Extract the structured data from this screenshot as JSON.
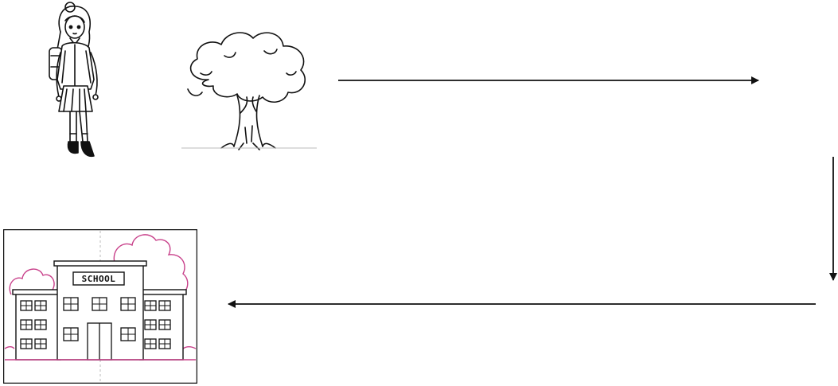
{
  "diagram": {
    "nodes": [
      {
        "id": "girl",
        "icon": "girl-with-backpack-icon"
      },
      {
        "id": "tree",
        "icon": "tree-icon"
      },
      {
        "id": "school",
        "icon": "school-building-icon",
        "sign_text": "SCHOOL"
      }
    ],
    "edges": [
      {
        "from": "tree",
        "direction": "right"
      },
      {
        "direction": "down"
      },
      {
        "to": "school",
        "direction": "left"
      }
    ]
  },
  "colors": {
    "line": "#111111",
    "school_outline_trees": "#c8408a",
    "background": "#ffffff"
  }
}
